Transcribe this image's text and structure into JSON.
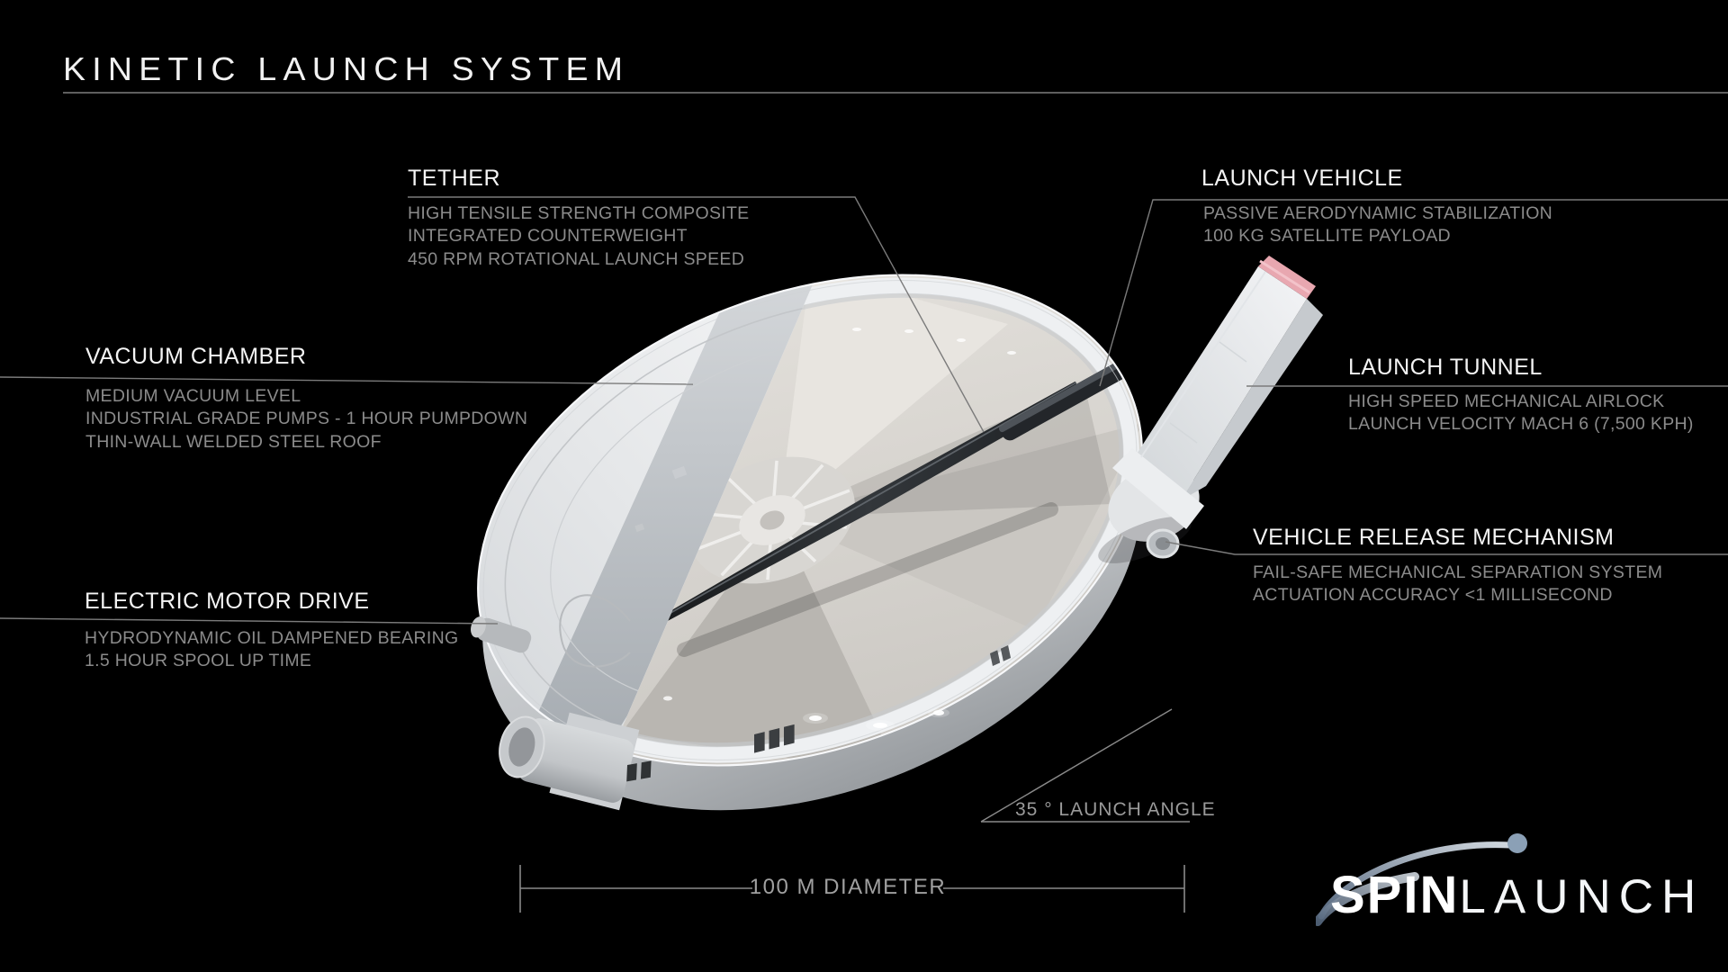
{
  "title": "KINETIC LAUNCH SYSTEM",
  "callouts": {
    "tether": {
      "heading": "TETHER",
      "lines": [
        "HIGH TENSILE STRENGTH COMPOSITE",
        "INTEGRATED COUNTERWEIGHT",
        "450 RPM ROTATIONAL LAUNCH SPEED"
      ]
    },
    "launch_vehicle": {
      "heading": "LAUNCH VEHICLE",
      "lines": [
        "PASSIVE AERODYNAMIC STABILIZATION",
        "100 KG SATELLITE PAYLOAD"
      ]
    },
    "vacuum_chamber": {
      "heading": "VACUUM CHAMBER",
      "lines": [
        "MEDIUM VACUUM LEVEL",
        "INDUSTRIAL GRADE PUMPS - 1 HOUR PUMPDOWN",
        "THIN-WALL WELDED STEEL ROOF"
      ]
    },
    "launch_tunnel": {
      "heading": "LAUNCH TUNNEL",
      "lines": [
        "HIGH SPEED MECHANICAL AIRLOCK",
        "LAUNCH VELOCITY MACH 6 (7,500 KPH)"
      ]
    },
    "vehicle_release": {
      "heading": "VEHICLE RELEASE MECHANISM",
      "lines": [
        "FAIL-SAFE MECHANICAL SEPARATION SYSTEM",
        "ACTUATION ACCURACY <1 MILLISECOND"
      ]
    },
    "electric_motor": {
      "heading": "ELECTRIC MOTOR DRIVE",
      "lines": [
        "HYDRODYNAMIC OIL DAMPENED BEARING",
        "1.5 HOUR SPOOL UP TIME"
      ]
    }
  },
  "annotations": {
    "launch_angle": "35 ° LAUNCH ANGLE",
    "diameter": "100 M DIAMETER"
  },
  "logo": {
    "spin": "SPIN",
    "launch": "LAUNCH"
  },
  "colors": {
    "background": "#000000",
    "heading_text": "#f4f4f4",
    "body_text": "#8b8b8b",
    "callout_line": "#7b7b7b",
    "title_underline": "#5f5f5f",
    "swoosh": "#8195ad",
    "tunnel_tip": "#e8a7b0"
  }
}
